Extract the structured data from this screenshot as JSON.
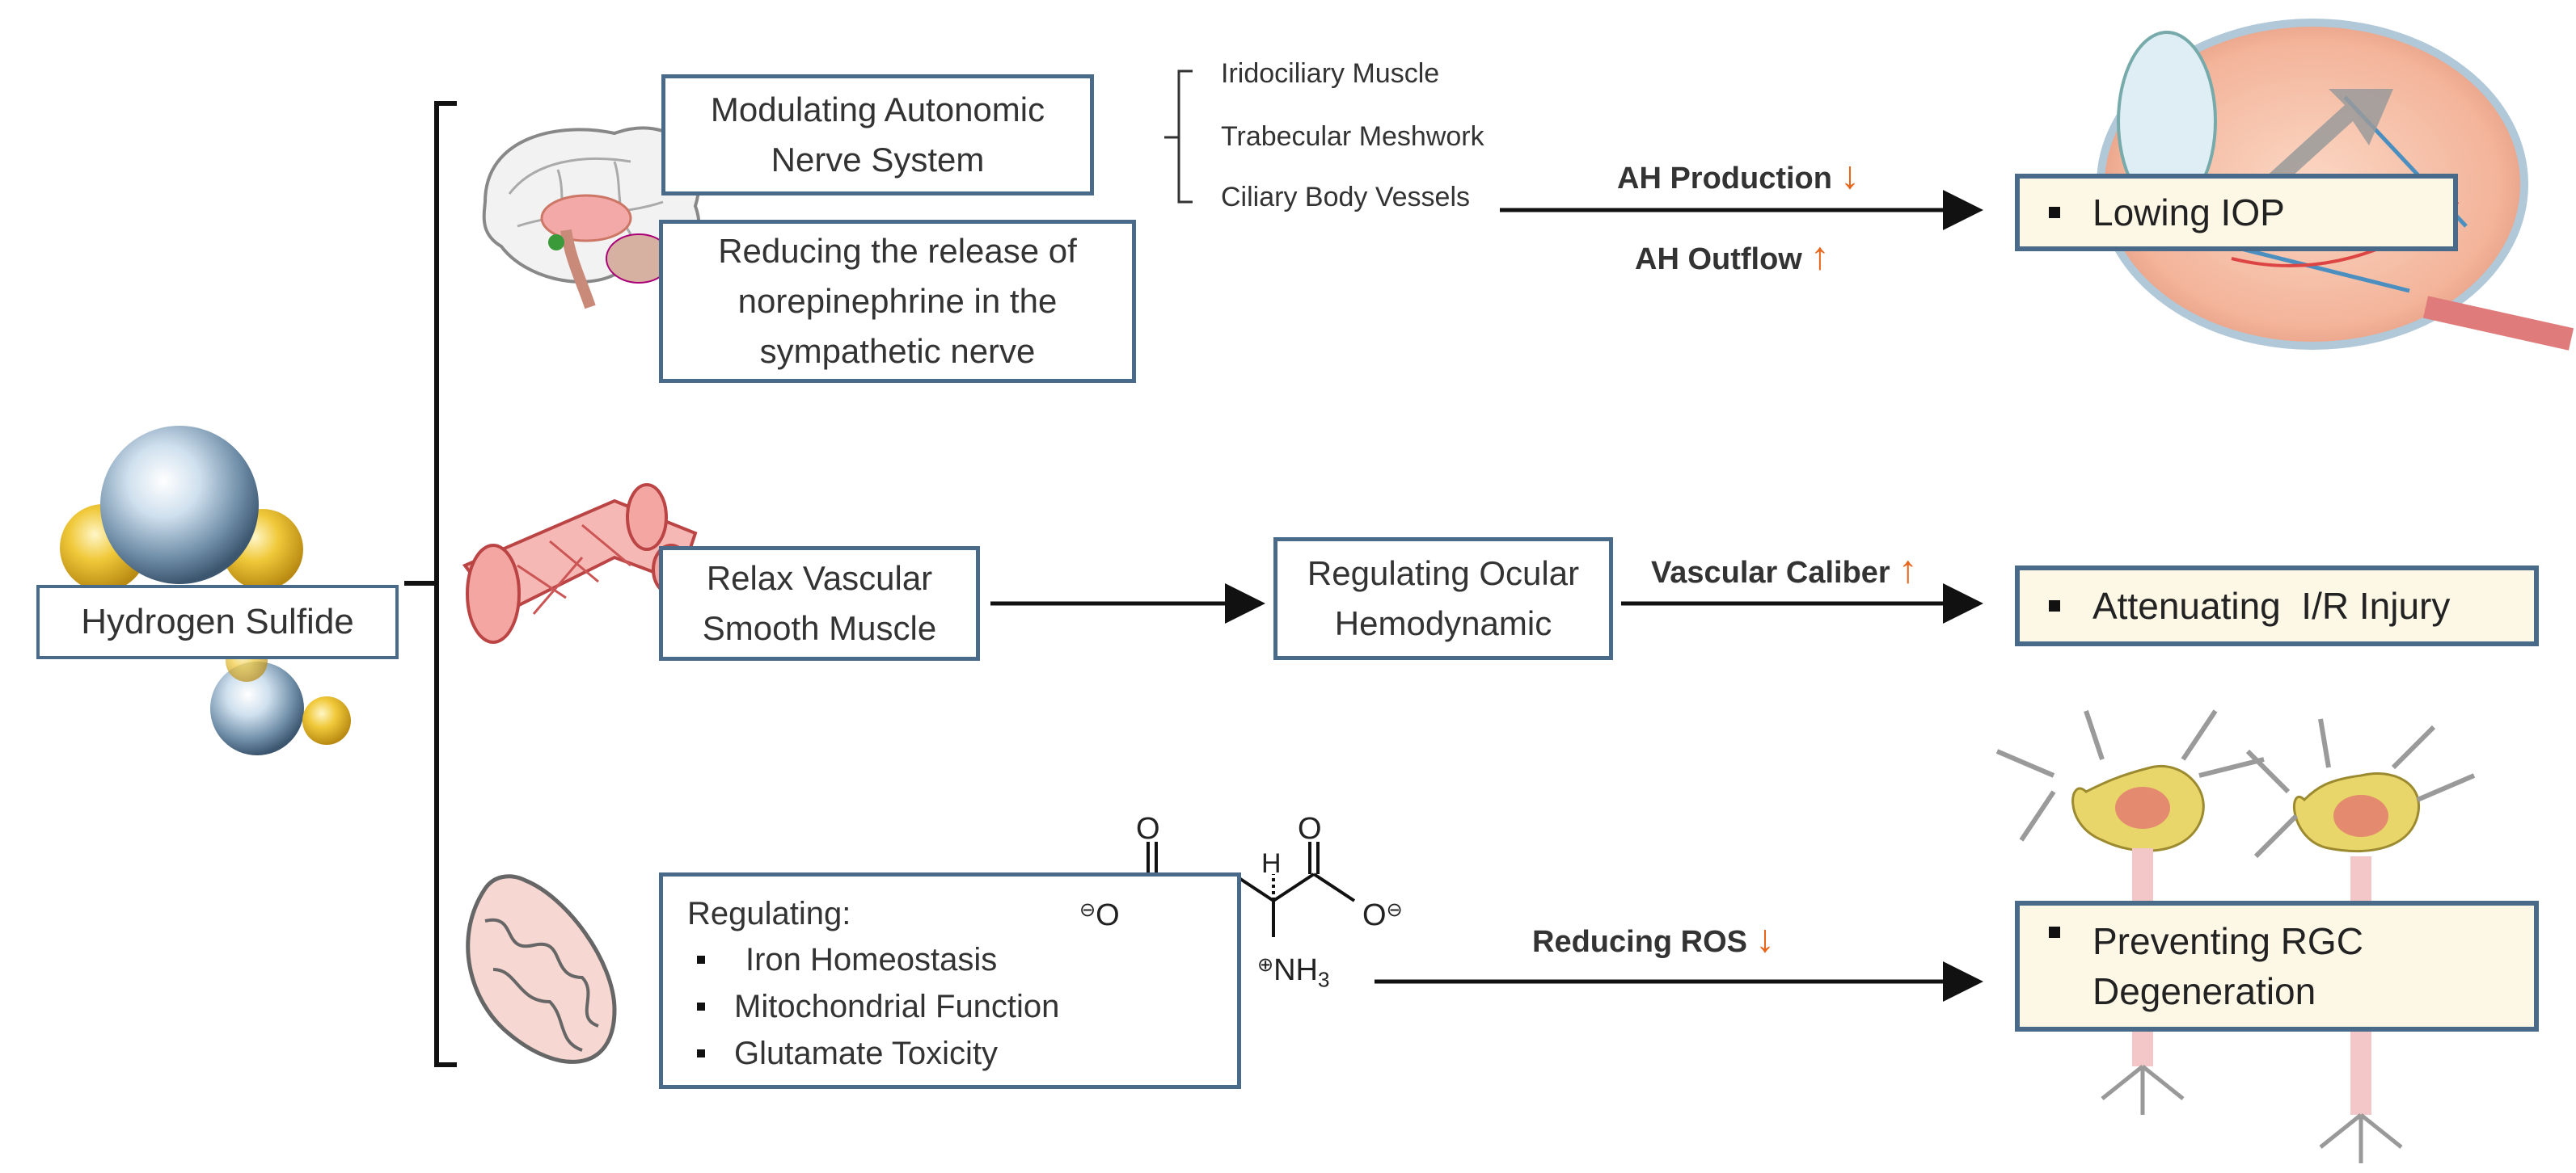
{
  "left": {
    "label": "Hydrogen Sulfide"
  },
  "row1": {
    "box1": "Modulating Autonomic Nerve System",
    "box2": "Reducing the release of norepinephrine in the sympathetic nerve",
    "targets": [
      "Iridociliary Muscle",
      "Trabecular Meshwork",
      "Ciliary Body Vessels"
    ],
    "effect1": "AH Production",
    "effect2": "AH Outflow",
    "outcome": "Lowing IOP"
  },
  "row2": {
    "box1": "Relax Vascular Smooth Muscle",
    "box2": "Regulating Ocular Hemodynamic",
    "effect": "Vascular Caliber",
    "outcome": "Attenuating  I/R Injury"
  },
  "row3": {
    "title": "Regulating:",
    "items": [
      "Iron Homeostasis",
      "Mitochondrial Function",
      "Glutamate Toxicity"
    ],
    "effect": "Reducing ROS",
    "outcome": "Preventing RGC Degeneration",
    "chem": {
      "o1": "O",
      "o2": "O",
      "o3": "O",
      "o4": "O",
      "h": "H",
      "nh3": "NH",
      "sub3": "3"
    }
  },
  "colors": {
    "box_border": "#4a6a8a",
    "arrow_accent": "#e8651c",
    "outcome_fill": "#fdf7e6"
  },
  "icons": [
    "brain-illustration",
    "blood-vessel-illustration",
    "mitochondrion-illustration",
    "eye-illustration",
    "neuron-illustration",
    "molecule-spheres-illustration"
  ]
}
